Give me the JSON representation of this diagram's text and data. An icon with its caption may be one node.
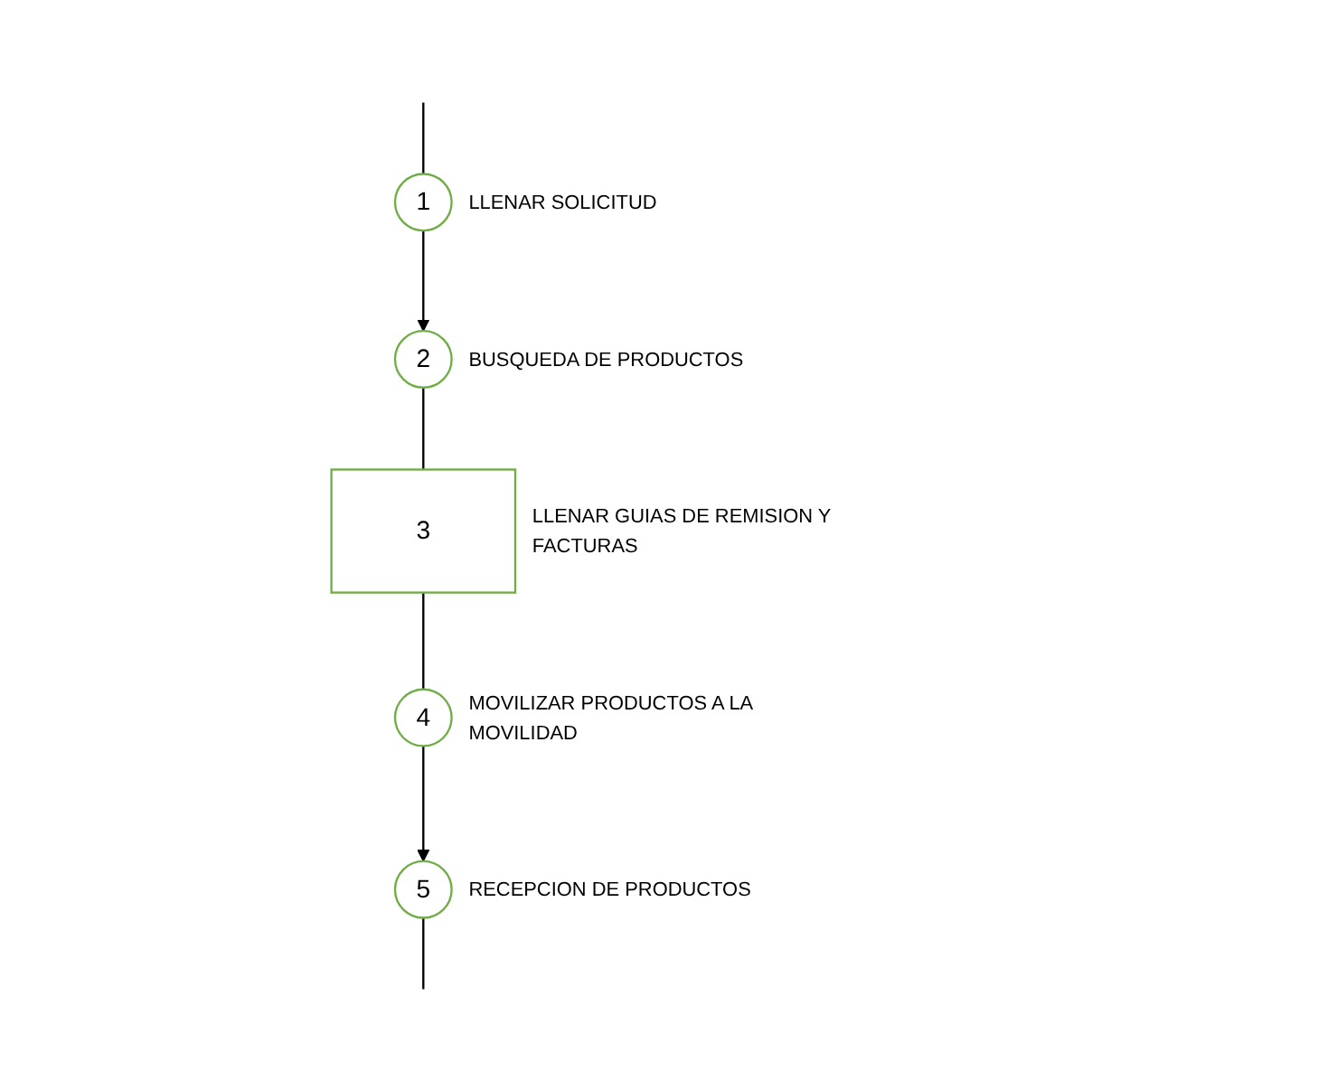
{
  "diagram": {
    "nodes": [
      {
        "text": [
          "1"
        ],
        "beside": [
          "LLENAR SOLICITUD"
        ]
      },
      {
        "text": [
          "2"
        ],
        "beside": [
          "BUSQUEDA DE PRODUCTOS"
        ]
      },
      {
        "text": [
          "3"
        ],
        "beside": [
          "LLENAR GUIAS DE REMISION Y FACTURAS"
        ]
      },
      {
        "text": [
          "4"
        ],
        "beside": [
          "MOVILIZAR PRODUCTOS A LA MOVILIDAD"
        ]
      },
      {
        "text": [
          "5"
        ],
        "beside": [
          "RECEPCION DE PRODUCTOS"
        ]
      }
    ],
    "edges": [
      {
        "from": null,
        "to": 0,
        "arrow": "none"
      },
      {
        "from": 0,
        "to": 1,
        "arrow": "to"
      },
      {
        "from": 1,
        "to": 2,
        "arrow": "none"
      },
      {
        "from": 2,
        "to": 3,
        "arrow": "none"
      },
      {
        "from": 3,
        "to": 4,
        "arrow": "to"
      },
      {
        "from": 4,
        "to": null,
        "arrow": "none"
      }
    ]
  }
}
